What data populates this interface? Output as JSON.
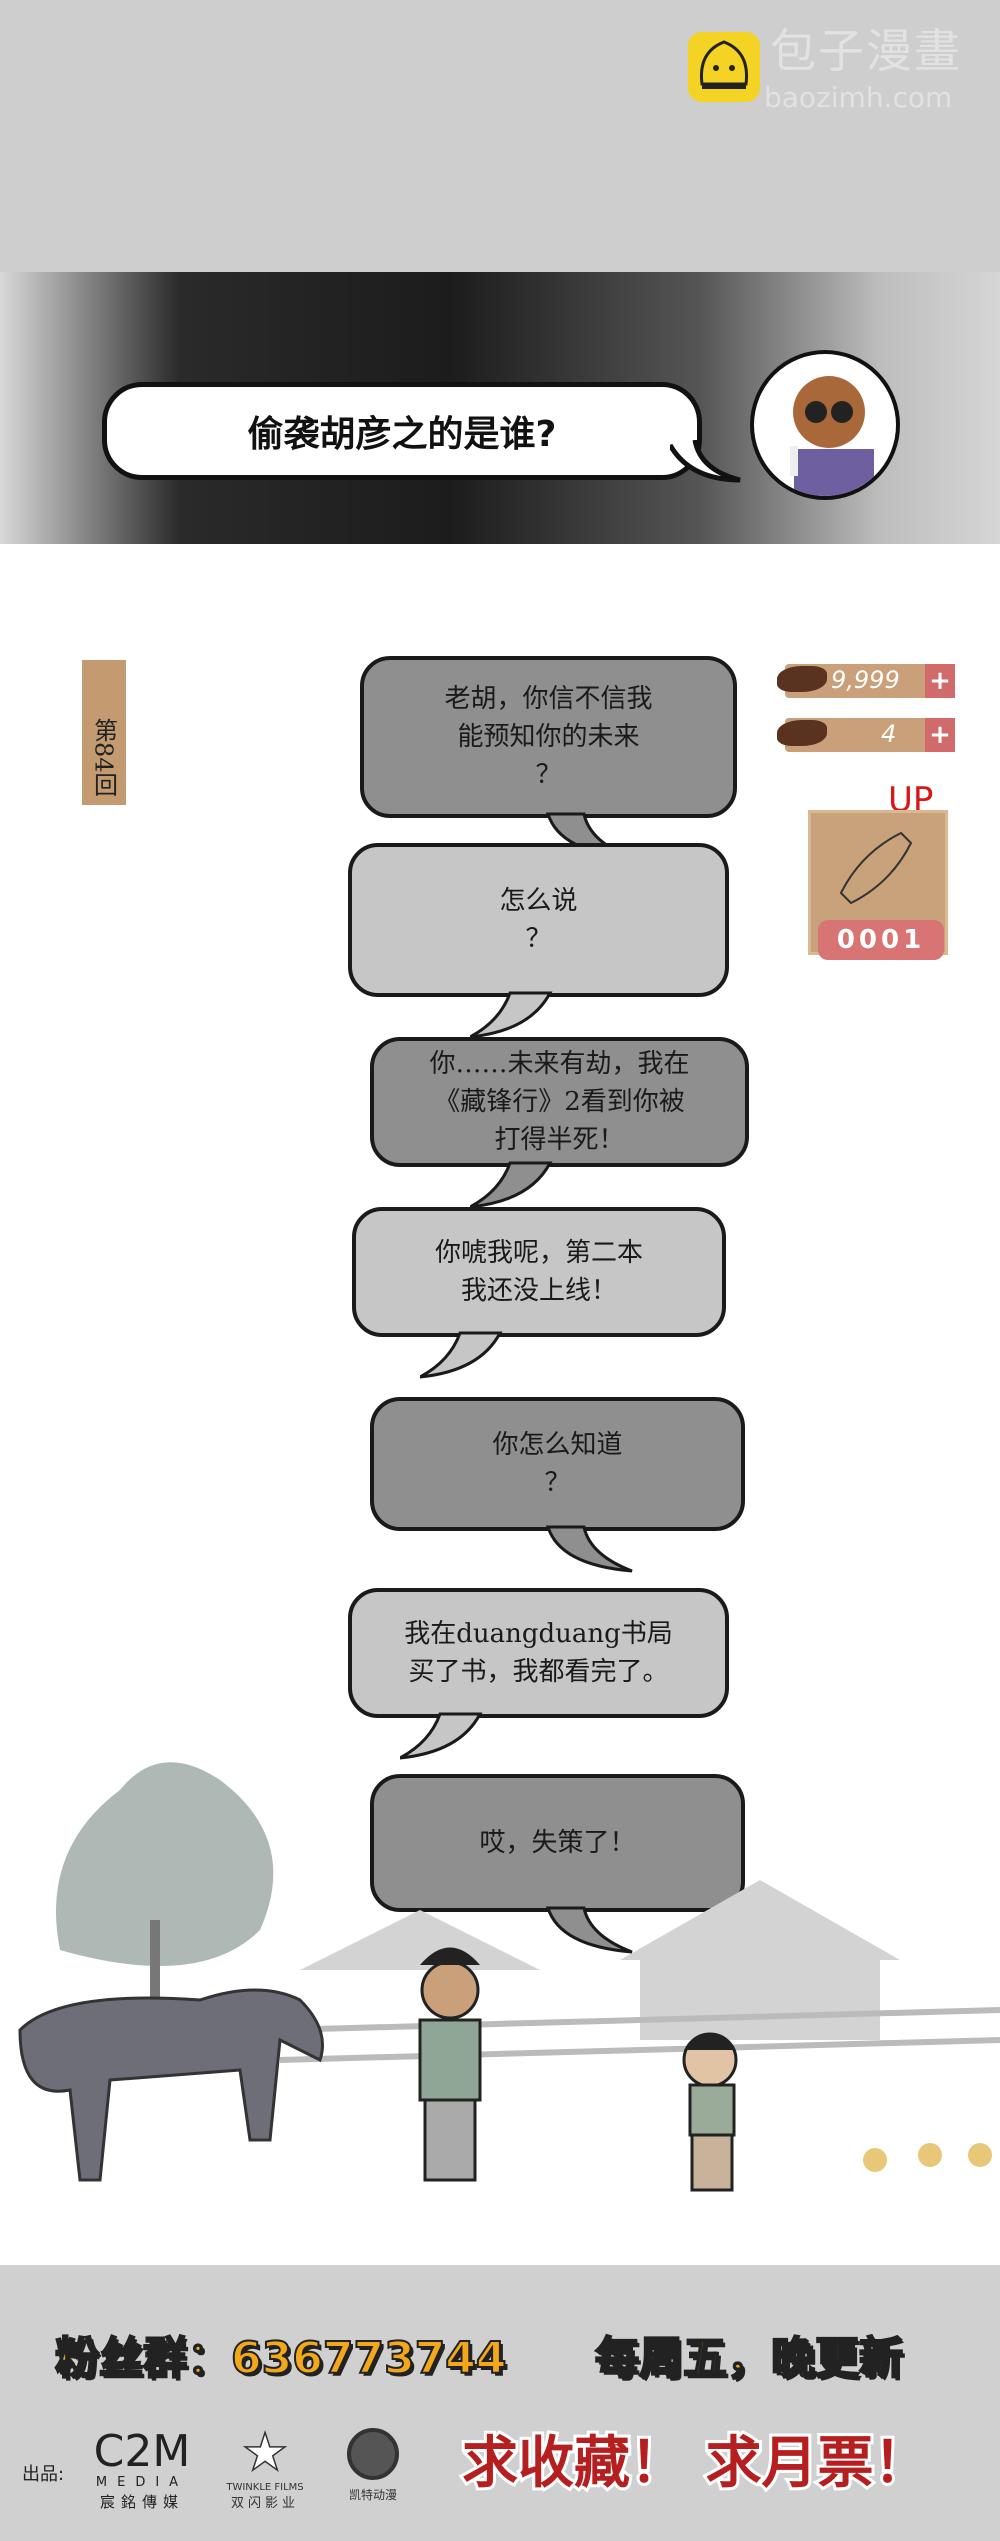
{
  "watermark": {
    "name": "包子漫畫",
    "url": "baozimh.com",
    "color": "#f4d324"
  },
  "header": {
    "question": "偷袭胡彦之的是谁?"
  },
  "chapter": {
    "label": "第84回"
  },
  "stats": {
    "likes": "9,999",
    "likes_plus": "+",
    "items": "4",
    "items_plus": "+",
    "up_label": "UP",
    "card_count": "0001"
  },
  "dialogue": [
    {
      "lines": [
        "老胡，你信不信我",
        "能预知你的未来",
        "？"
      ],
      "tone": "dark"
    },
    {
      "lines": [
        "怎么说",
        "？"
      ],
      "tone": "light"
    },
    {
      "lines": [
        "你……未来有劫，我在",
        "《藏锋行》2看到你被",
        "打得半死！"
      ],
      "tone": "dark"
    },
    {
      "lines": [
        "你唬我呢，第二本",
        "我还没上线！"
      ],
      "tone": "light"
    },
    {
      "lines": [
        "你怎么知道",
        "？"
      ],
      "tone": "dark"
    },
    {
      "lines": [
        "我在duangduang书局",
        "买了书，我都看完了。"
      ],
      "tone": "light"
    },
    {
      "lines": [
        "哎，失策了！"
      ],
      "tone": "dark"
    }
  ],
  "footer": {
    "fan_group": "粉丝群：636773744",
    "schedule": "每周五，晚更新",
    "producer_label": "出品:",
    "c2m": {
      "logo": "C2M",
      "sub": "MEDIA",
      "cn": "宸銘傳媒"
    },
    "twinkle": {
      "en": "TWINKLE FILMS",
      "cn": "双闪影业"
    },
    "kaite": {
      "cn": "凯特动漫"
    },
    "call_to_action": "求收藏！ 求月票！",
    "cta_color": "#b51f1f"
  }
}
